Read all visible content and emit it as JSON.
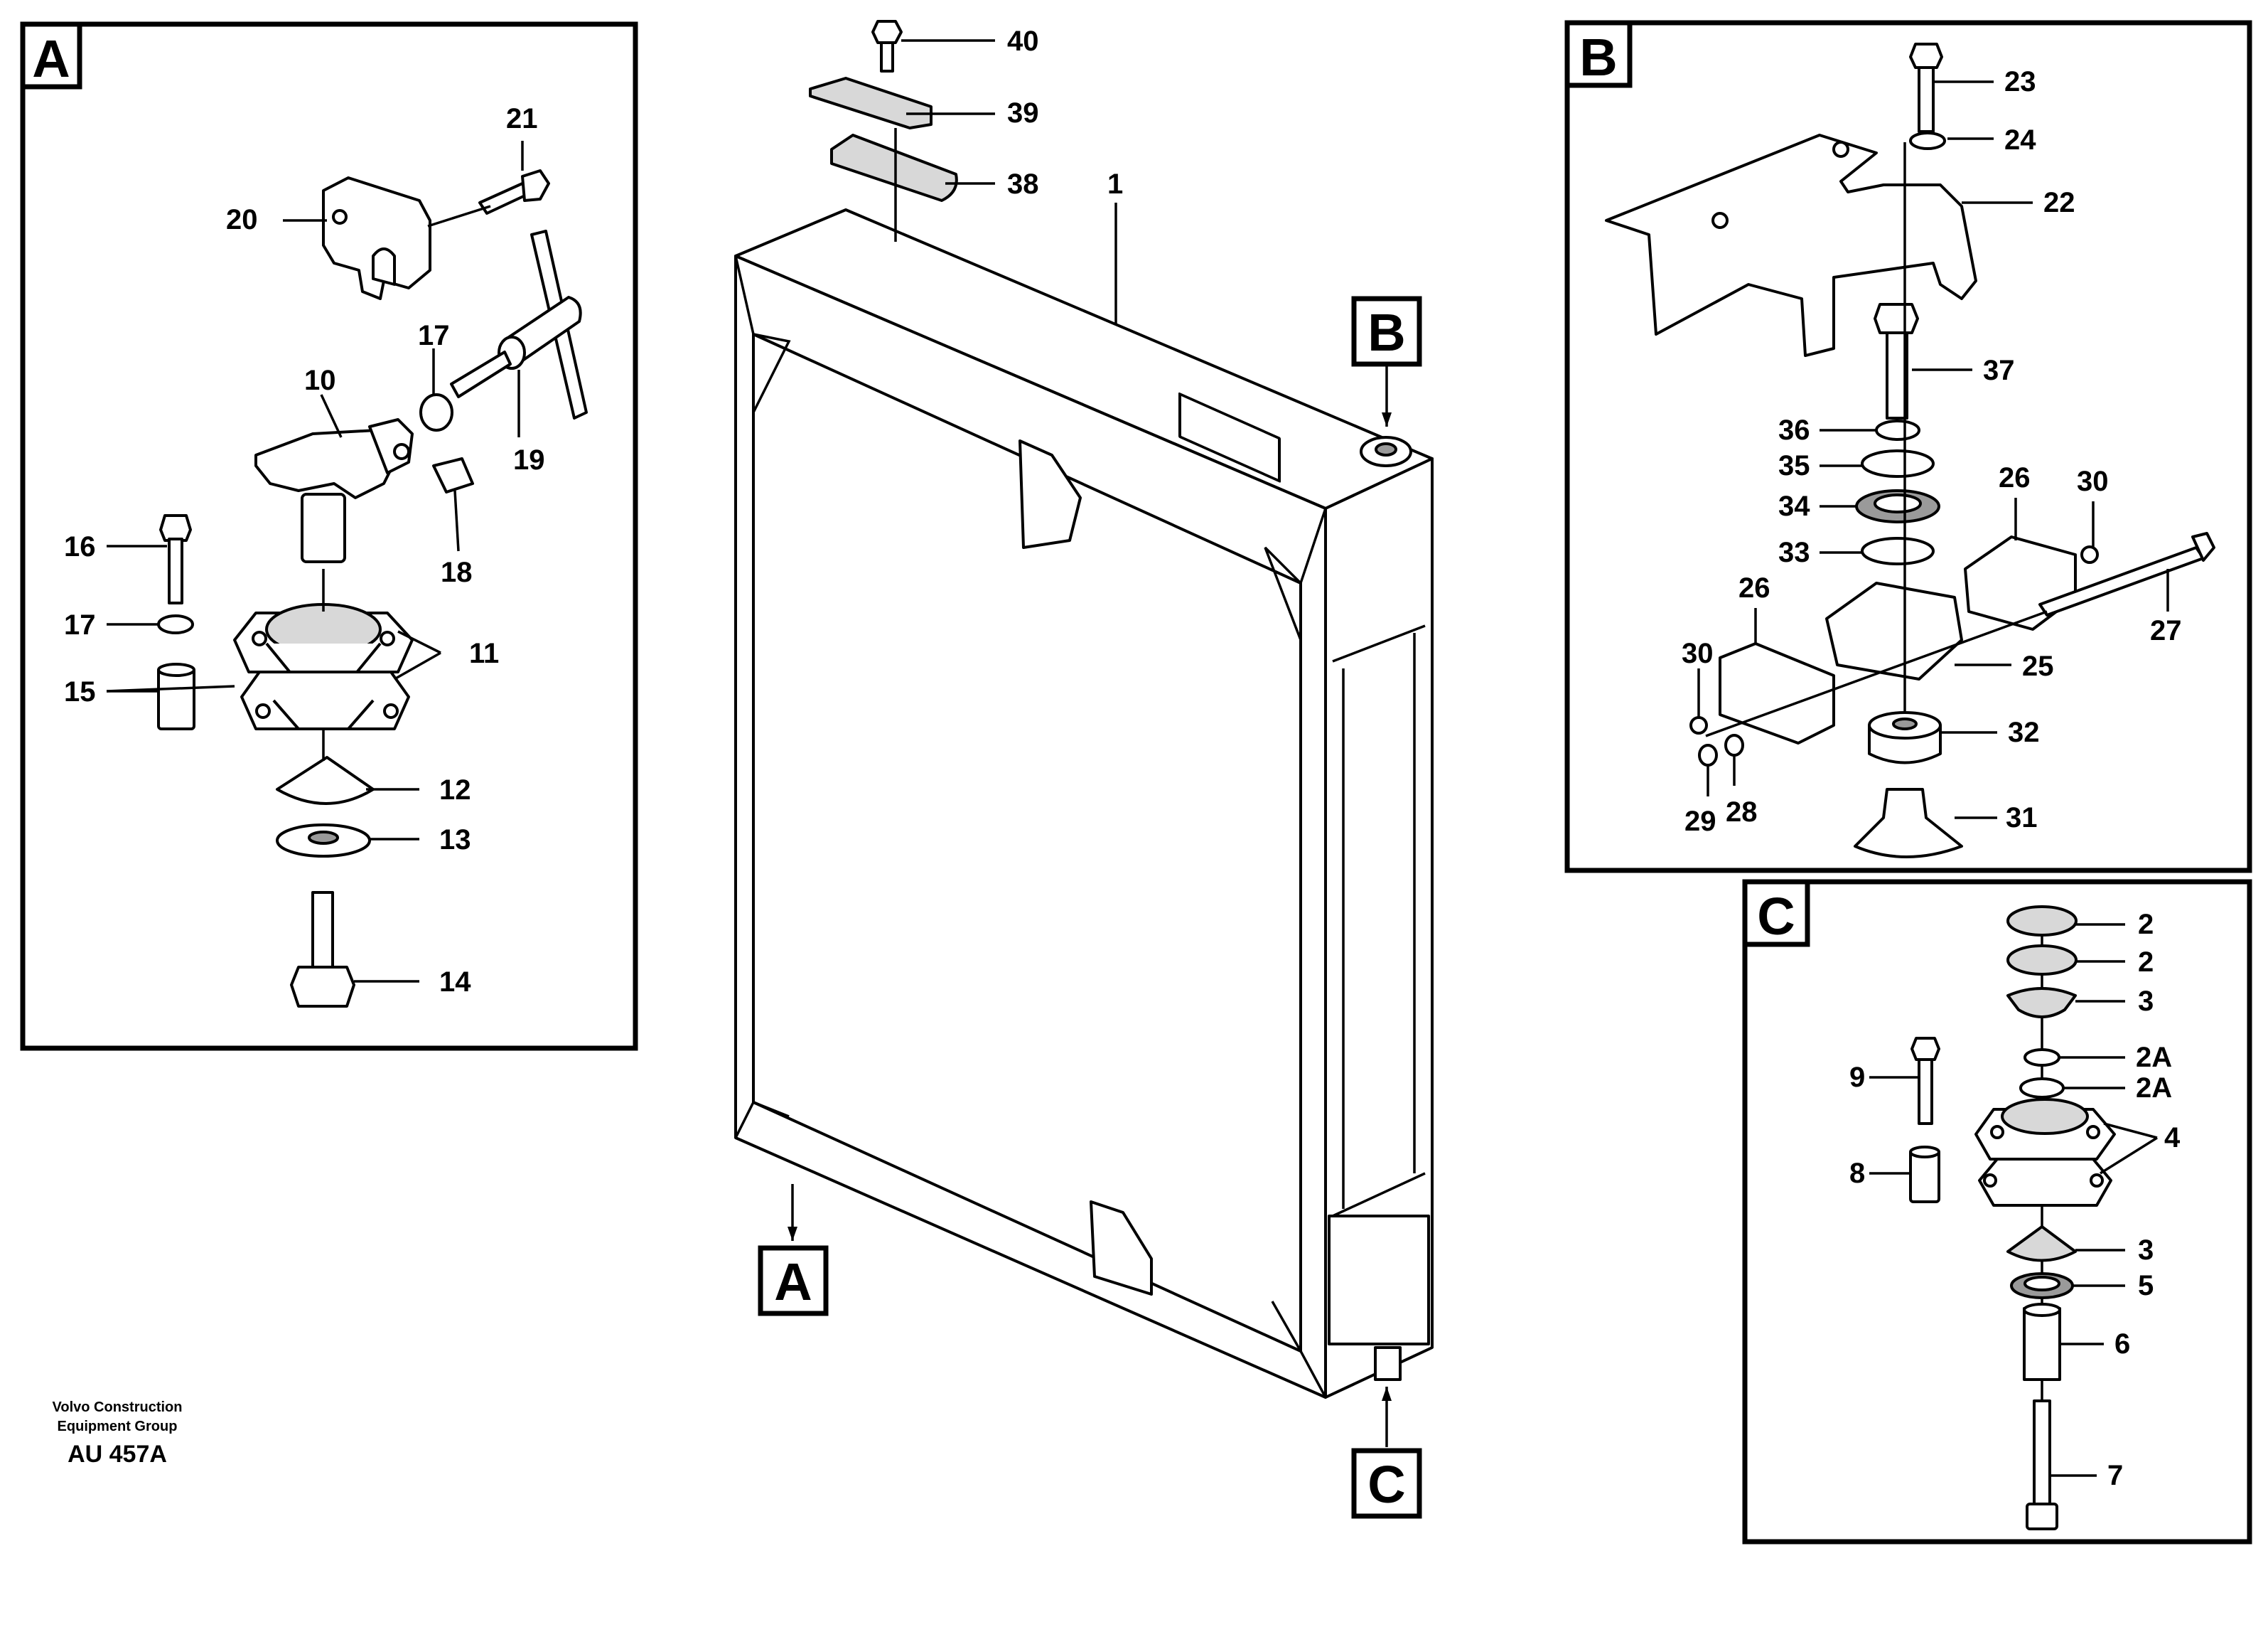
{
  "panels": {
    "A": "A",
    "B": "B",
    "C": "C"
  },
  "view_markers": {
    "A": "A",
    "B": "B",
    "C": "C"
  },
  "footer": {
    "company_line1": "Volvo Construction",
    "company_line2": "Equipment Group",
    "drawing_code": "AU 457A"
  },
  "callouts": {
    "main": [
      "40",
      "39",
      "38",
      "1"
    ],
    "panel_a": [
      "21",
      "20",
      "17",
      "10",
      "19",
      "18",
      "16",
      "17",
      "11",
      "15",
      "12",
      "13",
      "14"
    ],
    "panel_b": [
      "23",
      "24",
      "22",
      "37",
      "36",
      "35",
      "34",
      "33",
      "26",
      "30",
      "27",
      "26",
      "25",
      "30",
      "32",
      "29",
      "28",
      "31"
    ],
    "panel_c": [
      "2",
      "2",
      "3",
      "2A",
      "9",
      "2A",
      "4",
      "8",
      "3",
      "5",
      "6",
      "7"
    ]
  }
}
